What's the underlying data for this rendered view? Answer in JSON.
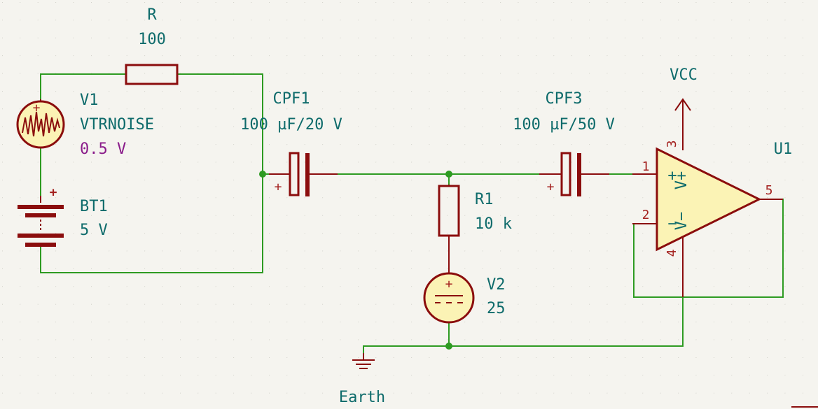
{
  "components": {
    "r": {
      "ref": "R",
      "value": "100"
    },
    "v1": {
      "ref": "V1",
      "model": "VTRNOISE",
      "value": "0.5 V"
    },
    "bt1": {
      "ref": "BT1",
      "value": "5 V"
    },
    "cpf1": {
      "ref": "CPF1",
      "value": "100 µF/20 V"
    },
    "cpf3": {
      "ref": "CPF3",
      "value": "100 µF/50 V"
    },
    "r1": {
      "ref": "R1",
      "value": "10 k"
    },
    "v2": {
      "ref": "V2",
      "value": "25"
    },
    "u1": {
      "ref": "U1"
    },
    "vcc": {
      "label": "VCC"
    },
    "earth": {
      "label": "Earth"
    }
  },
  "pins": {
    "u1_in_plus": "1",
    "u1_in_minus": "2",
    "u1_vpos": "3",
    "u1_vneg": "4",
    "u1_out": "5",
    "u1_plus_sym": "+",
    "u1_minus_sym": "−",
    "u1_vpos_name": "V+",
    "u1_vneg_name": "V−",
    "cap_plus": "+"
  },
  "colors": {
    "background": "#f5f4ef",
    "wire": "#2e9b22",
    "component": "#8b0d0d",
    "component_fill": "#fbf3b5",
    "label": "#0e6b6b",
    "value_highlight": "#8a1c8a",
    "pin_number": "#a3201e"
  }
}
